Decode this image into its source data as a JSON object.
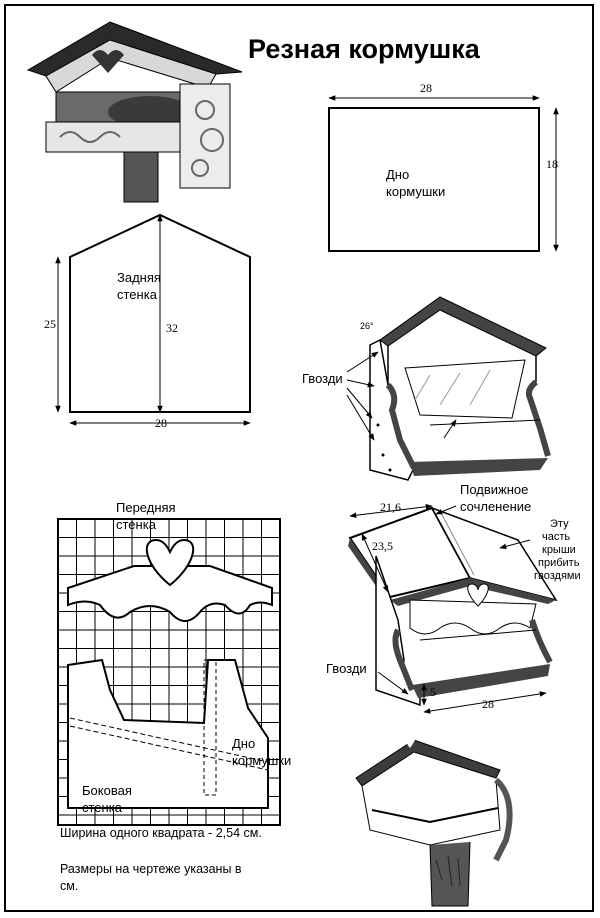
{
  "title": "Резная кормушка",
  "bottom": {
    "label_line1": "Дно",
    "label_line2": "кормушки",
    "width": "28",
    "height": "18"
  },
  "back_wall": {
    "label_line1": "Задняя",
    "label_line2": "стенка",
    "side_height": "25",
    "center_height": "32",
    "width": "28"
  },
  "assembly_top": {
    "angle": "26°",
    "nails": "Гвозди"
  },
  "pattern": {
    "front_wall_line1": "Передняя",
    "front_wall_line2": "стенка",
    "bottom_line1": "Дно",
    "bottom_line2": "кормушки",
    "side_wall_line1": "Боковая",
    "side_wall_line2": "стенка",
    "square_note": "Ширина одного квадрата - 2,54 см.",
    "units_note_line1": "Размеры на чертеже указаны в",
    "units_note_line2": "см."
  },
  "assembly_roof": {
    "roof_width": "21,6",
    "roof_depth": "23,5",
    "joint_line1": "Подвижное",
    "joint_line2": "сочленение",
    "note_line1": "Эту",
    "note_line2": "часть",
    "note_line3": "крыши",
    "note_line4": "прибить",
    "note_line5": "гвоздями",
    "nails": "Гвозди",
    "base_height": "5",
    "base_width": "28"
  },
  "colors": {
    "ink": "#000000",
    "paper": "#ffffff",
    "board": "#444444"
  }
}
